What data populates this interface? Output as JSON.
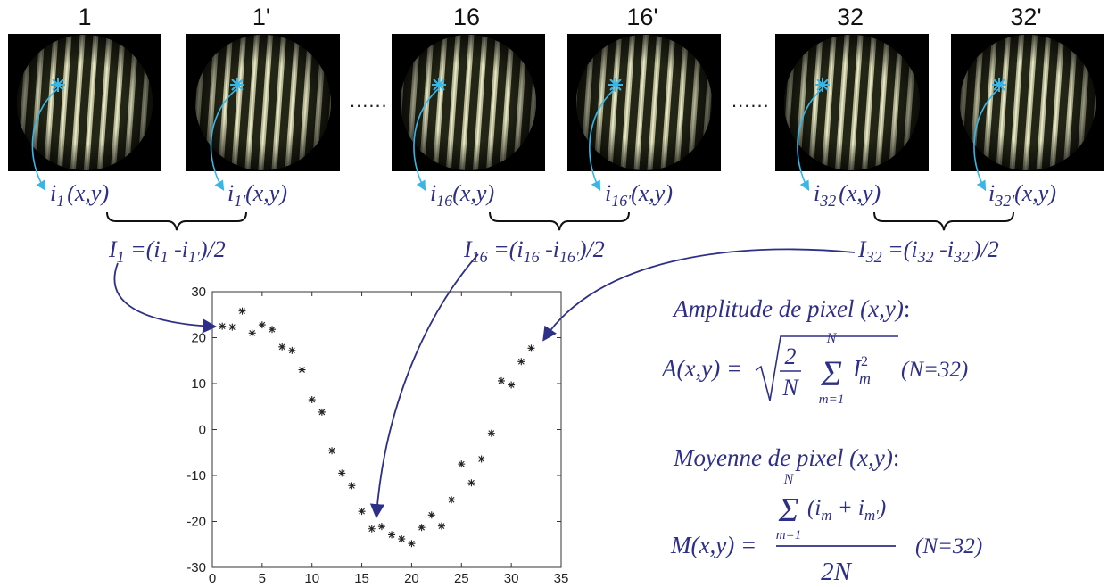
{
  "frames": [
    {
      "label": "1",
      "pixel_label": "i",
      "pixel_sub": "1",
      "pixel_tail": "(x,y)"
    },
    {
      "label": "1'",
      "pixel_label": "i",
      "pixel_sub": "1'",
      "pixel_tail": "(x,y)"
    },
    {
      "label": "16",
      "pixel_label": "i",
      "pixel_sub": "16",
      "pixel_tail": "(x,y)"
    },
    {
      "label": "16'",
      "pixel_label": "i",
      "pixel_sub": "16'",
      "pixel_tail": "(x,y)"
    },
    {
      "label": "32",
      "pixel_label": "i",
      "pixel_sub": "32",
      "pixel_tail": "(x,y)"
    },
    {
      "label": "32'",
      "pixel_label": "i",
      "pixel_sub": "32'",
      "pixel_tail": "(x,y)"
    }
  ],
  "ellipsis": [
    "......",
    "......"
  ],
  "differences": [
    {
      "I": "I",
      "sub": "1",
      "eq": " =(",
      "a": "i",
      "asub": "1",
      "dash": " -",
      "b": "i",
      "bsub": "1'",
      "end": ")/2"
    },
    {
      "I": "I",
      "sub": "16",
      "eq": " =(",
      "a": "i",
      "asub": "16",
      "dash": " -",
      "b": "i",
      "bsub": "16'",
      "end": ")/2"
    },
    {
      "I": "I",
      "sub": "32",
      "eq": " =(",
      "a": "i",
      "asub": "32",
      "dash": " -",
      "b": "i",
      "bsub": "32'",
      "end": ")/2"
    }
  ],
  "formulas": {
    "amplitude_title": "Amplitude  de  pixel  (x,y)",
    "amplitude_lhs": "A(x,y) =",
    "amplitude_frac_num": "2",
    "amplitude_frac_den": "N",
    "sum_top": "N",
    "sum_bottom": "m=1",
    "amplitude_term": "I",
    "amplitude_sup": "2",
    "amplitude_sub": "m",
    "amplitude_n": "(N=32)",
    "mean_title": "Moyenne  de  pixel  (x,y)",
    "mean_lhs": "M(x,y)  =",
    "mean_term": "(i",
    "mean_sub1": "m",
    "mean_plus": " + i",
    "mean_sub2": "m'",
    "mean_close": ")",
    "mean_den": "2N",
    "mean_n": "(N=32)"
  },
  "chart_data": {
    "type": "scatter",
    "marker": "asterisk",
    "x": [
      1,
      2,
      3,
      4,
      5,
      6,
      7,
      8,
      9,
      10,
      11,
      12,
      13,
      14,
      15,
      16,
      17,
      18,
      19,
      20,
      21,
      22,
      23,
      24,
      25,
      26,
      27,
      28,
      29,
      30,
      31,
      32
    ],
    "y": [
      22.5,
      22.3,
      25.8,
      21,
      22.8,
      21.8,
      18,
      17.2,
      13,
      6.5,
      3.8,
      -4.6,
      -9.5,
      -12.2,
      -17.8,
      -21.6,
      -21.1,
      -22.9,
      -23.8,
      -24.8,
      -21.3,
      -18.6,
      -21,
      -15.3,
      -7.5,
      -11.6,
      -6.4,
      -0.8,
      10.6,
      9.7,
      14.8,
      17.7
    ],
    "xlim": [
      0,
      35
    ],
    "ylim": [
      -30,
      30
    ],
    "xticks": [
      0,
      5,
      10,
      15,
      20,
      25,
      30,
      35
    ],
    "yticks": [
      -30,
      -20,
      -10,
      0,
      10,
      20,
      30
    ],
    "grid": false
  }
}
